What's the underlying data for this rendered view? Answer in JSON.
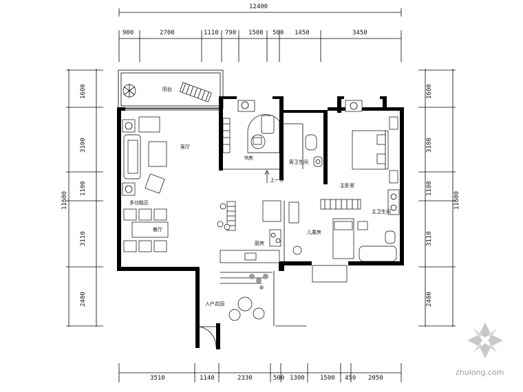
{
  "dimensions": {
    "top_total": "12400",
    "top": [
      "900",
      "2700",
      "1110",
      "790",
      "1500",
      "500",
      "1450",
      "3450"
    ],
    "bottom": [
      "3510",
      "1140",
      "2330",
      "500",
      "1300",
      "1500",
      "450",
      "2050"
    ],
    "left": [
      "1600",
      "3100",
      "1100",
      "3110",
      "2400"
    ],
    "left_total": "11600",
    "right": [
      "1600",
      "3100",
      "1100",
      "3110",
      "2400"
    ],
    "right_total": "11600"
  },
  "rooms": {
    "balcony": "阳台",
    "living": "客厅",
    "study": "书房",
    "guest_bath": "客卫生间",
    "master_bedroom": "主卧室",
    "multi": "多功能区",
    "dining": "餐厅",
    "kitchen": "厨房",
    "kids_room": "儿童房",
    "master_bath": "主卫生间",
    "entry_garden": "入户花园",
    "step": "上一步"
  },
  "watermark": {
    "text": "zhulong.com",
    "icon": "zhulong-logo-icon"
  }
}
